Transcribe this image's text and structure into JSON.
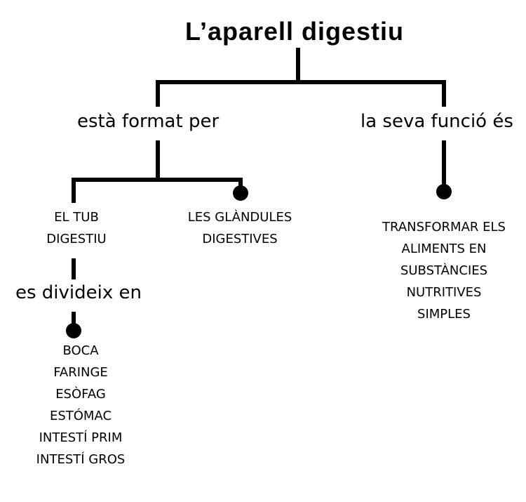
{
  "title": "L’aparell digestiu",
  "links": {
    "format": "està format  per",
    "funcio": "la seva funció és",
    "divideix": "es divideix en"
  },
  "nodes": {
    "tub": [
      "EL TUB",
      "DIGESTIU"
    ],
    "glandules": [
      "LES GLÀNDULES",
      "DIGESTIVES"
    ],
    "funcio": [
      "TRANSFORMAR ELS",
      "ALIMENTS EN",
      "SUBSTÀNCIES",
      "NUTRITIVES",
      "SIMPLES"
    ],
    "parts": [
      "BOCA",
      "FARINGE",
      "ESÒFAG",
      "ESTÓMAC",
      "INTESTÍ PRIM",
      "INTESTÍ GROS"
    ]
  }
}
